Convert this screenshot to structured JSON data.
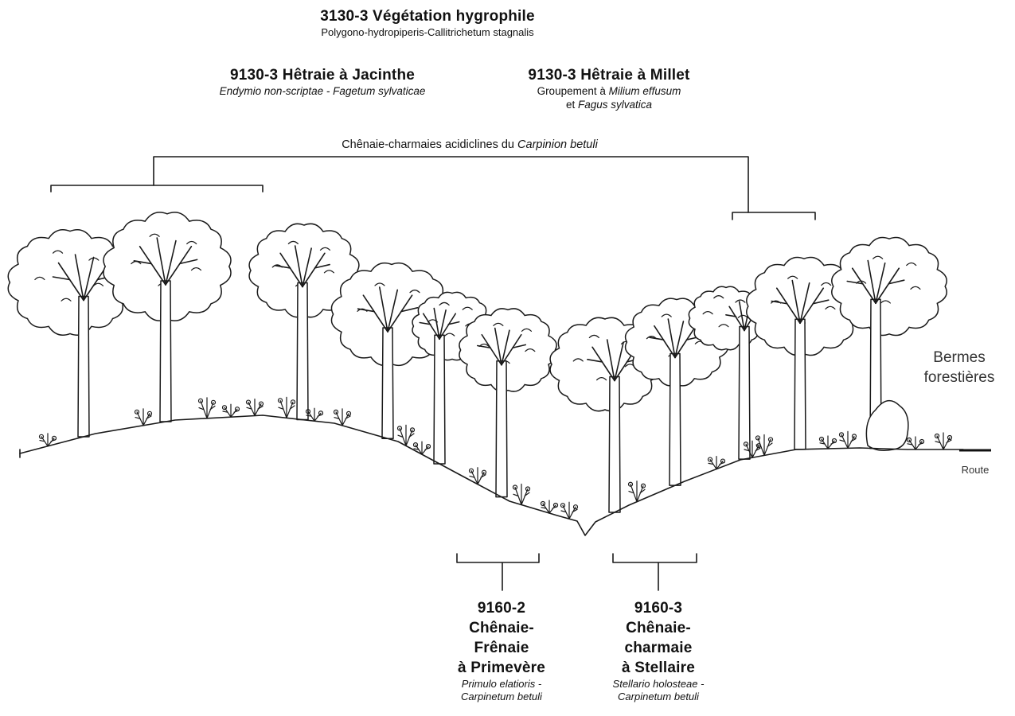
{
  "top_habitat": {
    "title": "3130-3 Végétation hygrophile",
    "subtitle": "Polygono-hydropiperis-Callitrichetum stagnalis"
  },
  "hetraie_jacinthe": {
    "title": "9130-3 Hêtraie à Jacinthe",
    "subtitle": "Endymio non-scriptae - Fagetum sylvaticae"
  },
  "hetraie_millet": {
    "title": "9130-3 Hêtraie à Millet",
    "line1": "Groupement à",
    "line1_italic": "Milium effusum",
    "line2": "et",
    "line2_italic": "Fagus sylvatica"
  },
  "chenaie_acidicline": {
    "text": "Chênaie-charmaies acidiclines du",
    "italic": "Carpinion betuli"
  },
  "bermes": {
    "line1": "Bermes",
    "line2": "forestières"
  },
  "route": "Route",
  "habitat_9160_2": {
    "code": "9160-2",
    "name1": "Chênaie-",
    "name2": "Frênaie",
    "name3": "à Primevère",
    "latin1": "Primulo elatioris -",
    "latin2": "Carpinetum betuli"
  },
  "habitat_9160_3": {
    "code": "9160-3",
    "name1": "Chênaie-",
    "name2": "charmaie",
    "name3": "à Stellaire",
    "latin1": "Stellario holosteae -",
    "latin2": "Carpinetum betuli"
  }
}
